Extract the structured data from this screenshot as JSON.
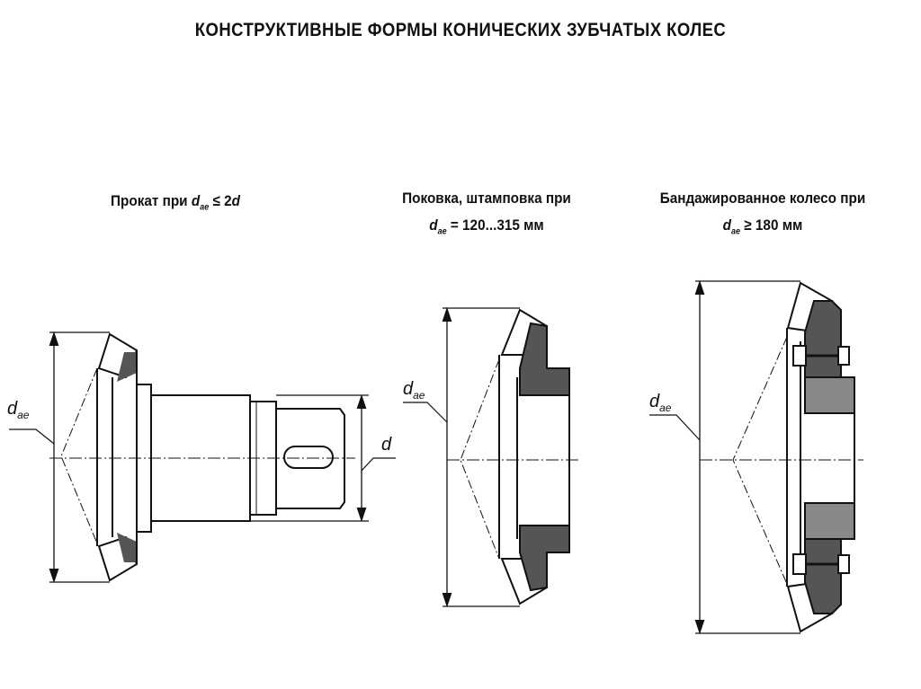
{
  "title": "КОНСТРУКТИВНЫЕ ФОРМЫ КОНИЧЕСКИХ ЗУБЧАТЫХ КОЛЕС",
  "figures": [
    {
      "caption_line1": "Прокат при",
      "symbol": "d",
      "subscript": "ae",
      "relation": "≤ 2",
      "relation_symbol": "d"
    },
    {
      "caption_line1": "Поковка, штамповка при",
      "symbol": "d",
      "subscript": "ae",
      "relation": "= 120...315 мм"
    },
    {
      "caption_line1": "Бандажированное колесо при",
      "symbol": "d",
      "subscript": "ae",
      "relation": "≥ 180 мм"
    }
  ],
  "labels": {
    "dae_symbol": "d",
    "dae_sub": "ae",
    "d_symbol": "d"
  }
}
